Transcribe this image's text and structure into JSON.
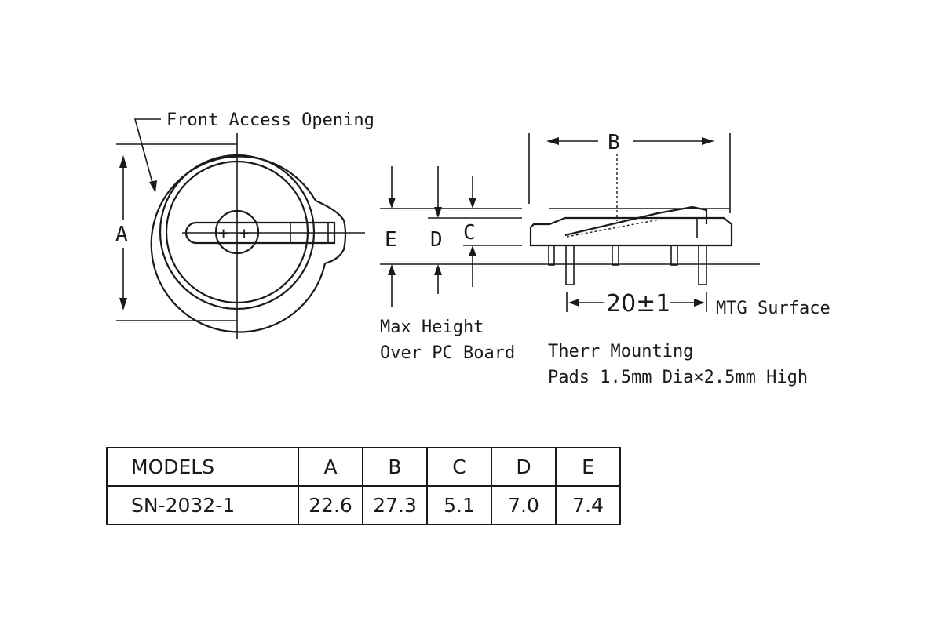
{
  "labels": {
    "front_access": "Front Access Opening",
    "max_height_1": "Max Height",
    "max_height_2": "Over PC Board",
    "mtg_surface": "MTG Surface",
    "mounting_1": "Therr Mounting",
    "mounting_2": "Pads 1.5mm Dia×2.5mm High",
    "pitch": "20±1",
    "dim_a": "A",
    "dim_b": "B",
    "dim_c": "C",
    "dim_d": "D",
    "dim_e": "E",
    "plus": "+ +"
  },
  "table": {
    "headers": [
      "MODELS",
      "A",
      "B",
      "C",
      "D",
      "E"
    ],
    "rows": [
      [
        "SN-2032-1",
        "22.6",
        "27.3",
        "5.1",
        "7.0",
        "7.4"
      ]
    ]
  }
}
